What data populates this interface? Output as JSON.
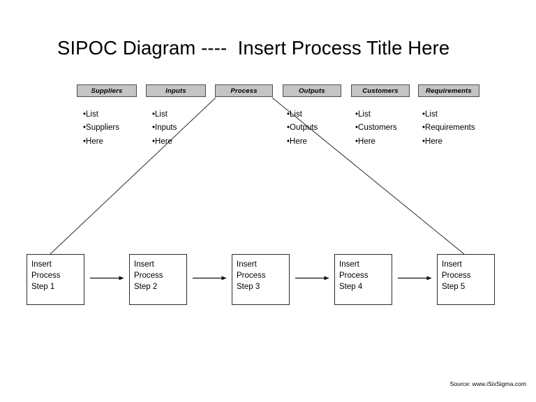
{
  "title": "SIPOC Diagram ----  Insert Process Title Here",
  "columns": [
    {
      "key": "suppliers",
      "header": "Suppliers",
      "items": [
        "List",
        "Suppliers",
        "Here"
      ]
    },
    {
      "key": "inputs",
      "header": "Inputs",
      "items": [
        "List",
        "Inputs",
        "Here"
      ]
    },
    {
      "key": "process",
      "header": "Process",
      "items": []
    },
    {
      "key": "outputs",
      "header": "Outputs",
      "items": [
        "List",
        "Outputs",
        "Here"
      ]
    },
    {
      "key": "customers",
      "header": "Customers",
      "items": [
        "List",
        "Customers",
        "Here"
      ]
    },
    {
      "key": "requirements",
      "header": "Requirements",
      "items": [
        "List",
        "Requirements",
        "Here"
      ]
    }
  ],
  "process_steps": [
    {
      "line1": "Insert",
      "line2": "Process",
      "line3": "Step 1"
    },
    {
      "line1": "Insert",
      "line2": "Process",
      "line3": "Step 2"
    },
    {
      "line1": "Insert",
      "line2": "Process",
      "line3": "Step 3"
    },
    {
      "line1": "Insert",
      "line2": "Process",
      "line3": "Step 4"
    },
    {
      "line1": "Insert",
      "line2": "Process",
      "line3": "Step 5"
    }
  ],
  "bullet_glyph": "•",
  "source_note": "Source: www.iSixSigma.com",
  "colors": {
    "header_fill": "#c4c4c4",
    "header_border": "#4d4d4d",
    "box_border": "#2b2b2b",
    "line": "#2b2b2b",
    "text": "#000000",
    "background": "#ffffff"
  }
}
